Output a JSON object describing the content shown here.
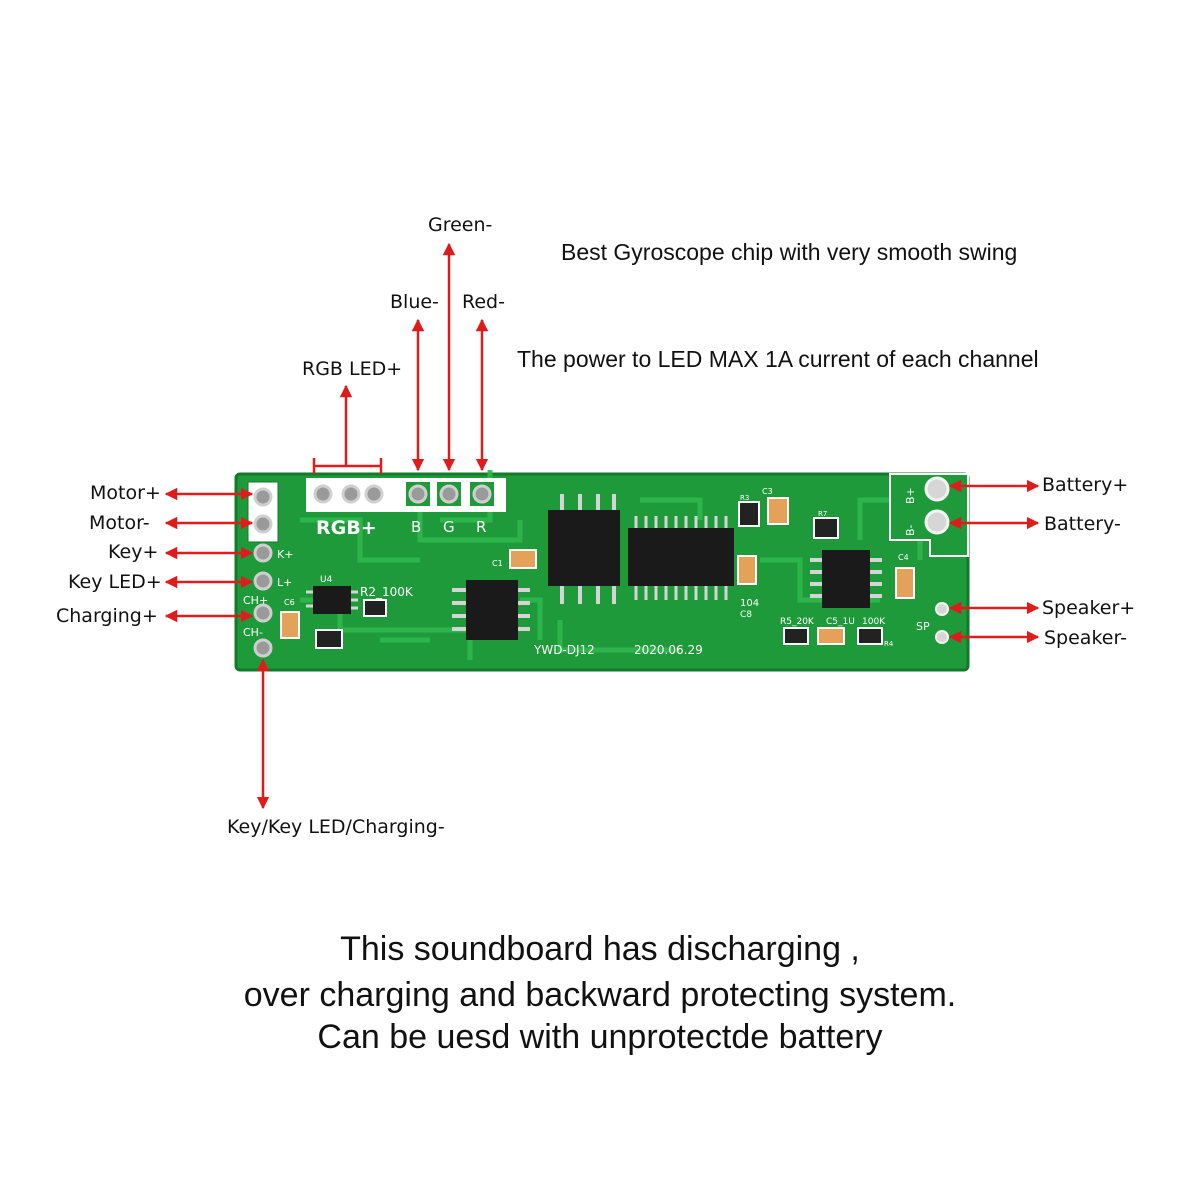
{
  "labels": {
    "green_minus": "Green-",
    "blue_minus": "Blue-",
    "red_minus": "Red-",
    "rgb_led_plus": "RGB LED+",
    "motor_plus": "Motor+",
    "motor_minus": "Motor-",
    "key_plus": "Key+",
    "key_led_plus": "Key LED+",
    "charging_plus": "Charging+",
    "common_minus": "Key/Key LED/Charging-",
    "battery_plus": "Battery+",
    "battery_minus": "Battery-",
    "speaker_plus": "Speaker+",
    "speaker_minus": "Speaker-"
  },
  "notes": {
    "gyroscope": "Best Gyroscope chip with very smooth swing",
    "led_power": "The power to LED MAX 1A current of each channel"
  },
  "caption": {
    "line1": "This soundboard has discharging ,",
    "line2": "over charging and backward protecting system.",
    "line3": "Can be uesd with unprotectde battery"
  },
  "board": {
    "silk_rgb": "RGB+",
    "silk_b": "B",
    "silk_g": "G",
    "silk_r": "R",
    "silk_kplus": "K+",
    "silk_lplus": "L+",
    "silk_chplus": "CH+",
    "silk_chminus": "CH-",
    "silk_bplus": "B+",
    "silk_bminus": "B-",
    "silk_sp": "SP",
    "silk_u4": "U4",
    "silk_c6": "C6",
    "silk_c1": "C1",
    "silk_c3": "C3",
    "silk_c4": "C4",
    "silk_r2": "R2_100K",
    "silk_r3": "R3",
    "silk_r7": "R7",
    "silk_r4": "R4",
    "silk_r5": "R5_20K",
    "silk_c5": "C5_1U",
    "silk_100k": "100K",
    "silk_104": "104",
    "silk_c8": "C8",
    "silk_model": "YWD-DJ12",
    "silk_date": "2020.06.29",
    "colors": {
      "pcb": "#1f9a3a",
      "pcb_edge": "#137a2a",
      "silk": "#ffffff",
      "chip": "#1a1a1a",
      "arrow": "#e01b1b"
    }
  }
}
